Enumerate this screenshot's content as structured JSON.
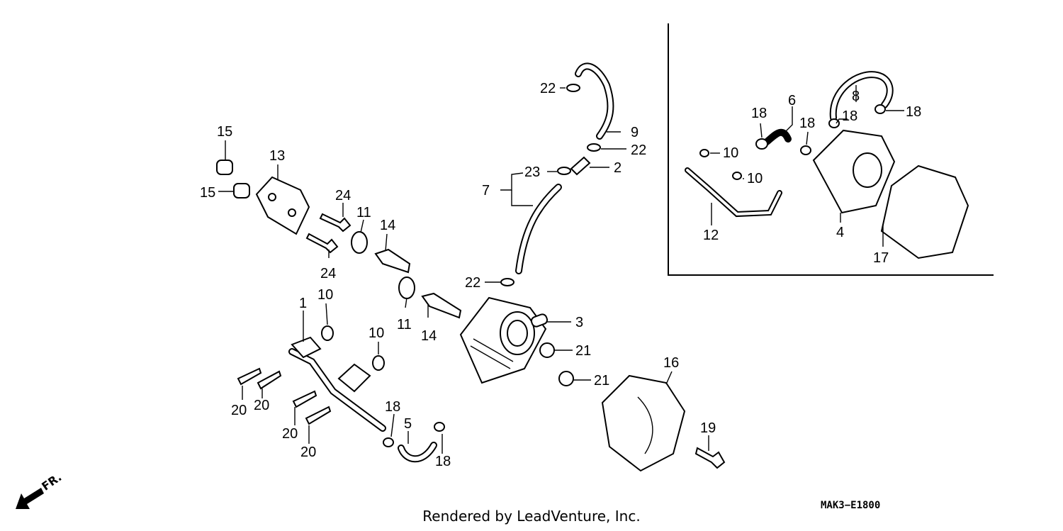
{
  "labels": {
    "p1": "1",
    "p2": "2",
    "p3": "3",
    "p4": "4",
    "p5": "5",
    "p6": "6",
    "p7": "7",
    "p8": "8",
    "p9": "9",
    "p10a": "10",
    "p10b": "10",
    "p10c": "10",
    "p10d": "10",
    "p11a": "11",
    "p11b": "11",
    "p12": "12",
    "p13": "13",
    "p14a": "14",
    "p14b": "14",
    "p15a": "15",
    "p15b": "15",
    "p16": "16",
    "p17": "17",
    "p18a": "18",
    "p18b": "18",
    "p18c": "18",
    "p18d": "18",
    "p18e": "18",
    "p18f": "18",
    "p19": "19",
    "p20a": "20",
    "p20b": "20",
    "p20c": "20",
    "p20d": "20",
    "p21a": "21",
    "p21b": "21",
    "p22a": "22",
    "p22b": "22",
    "p22c": "22",
    "p23": "23",
    "p24a": "24",
    "p24b": "24"
  },
  "direction_marker": "FR.",
  "diagram_code": "MAK3−E1800",
  "credit": "Rendered by LeadVenture, Inc."
}
